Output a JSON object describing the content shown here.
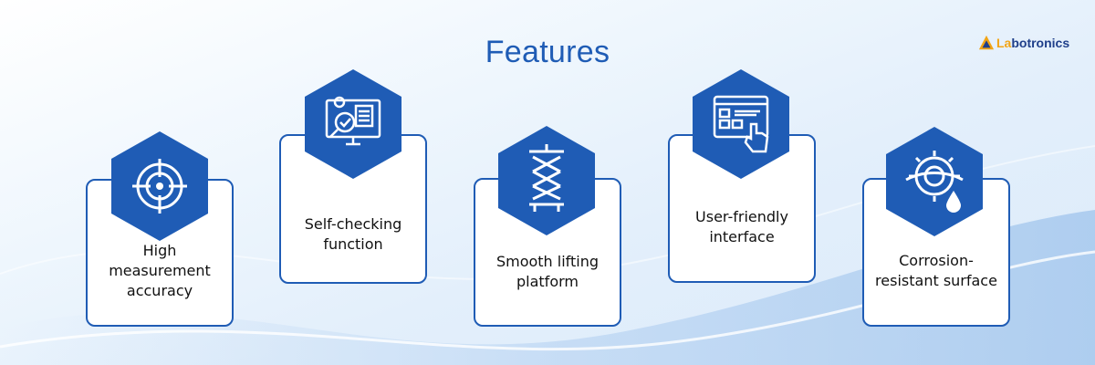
{
  "page": {
    "title": "Features"
  },
  "brand": {
    "name_first": "La",
    "name_rest": "botronics",
    "accent": "#f2a516",
    "primary": "#1f3f8a"
  },
  "colors": {
    "hexagon": "#1f5cb5",
    "card_border": "#1f5cb5",
    "title": "#1f5cb5"
  },
  "features": [
    {
      "label": "High measurement accuracy",
      "icon": "crosshair-target-icon"
    },
    {
      "label": "Self-checking function",
      "icon": "monitor-magnifier-check-icon"
    },
    {
      "label": "Smooth lifting platform",
      "icon": "scissor-lift-icon"
    },
    {
      "label": "User-friendly interface",
      "icon": "window-hand-click-icon"
    },
    {
      "label": "Corrosion-resistant surface",
      "icon": "gear-droplet-icon"
    }
  ]
}
